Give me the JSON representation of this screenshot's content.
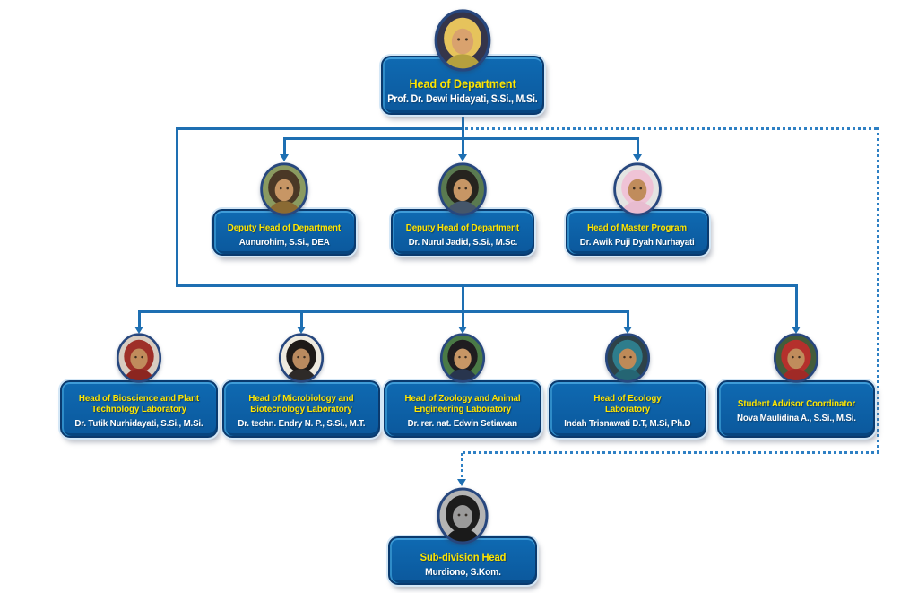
{
  "colors": {
    "background": "#ffffff",
    "box_fill": "#0d63ac",
    "box_border": "#0a3a6e",
    "box_bevel_light": "#3f9cd8",
    "box_outer_glow": "#d4e7f6",
    "role_text": "#ffe600",
    "name_text": "#ffffff",
    "connector_solid": "#1e6fb2",
    "connector_dotted": "#2e80c4",
    "photo_ring": "#27477e"
  },
  "nodes": [
    {
      "id": "head",
      "title": "Head of Department",
      "name": "Prof. Dr. Dewi Hidayati, S.Si., M.Si.",
      "reports_to": null,
      "link": "solid",
      "avatar": {
        "bg": "#35354a",
        "hood": "#e6c35c",
        "skin": "#d9a26e",
        "torso": "#b5a03e"
      }
    },
    {
      "id": "deputy-1",
      "title": "Deputy Head of Department",
      "name": "Aunurohim, S.Si., DEA",
      "reports_to": "head",
      "link": "solid",
      "avatar": {
        "bg": "#8a9a60",
        "hood": "#4a3826",
        "skin": "#c79665",
        "torso": "#8a6a33"
      }
    },
    {
      "id": "deputy-2",
      "title": "Deputy Head of Department",
      "name": "Dr. Nurul Jadid, S.Si., M.Sc.",
      "reports_to": "head",
      "link": "solid",
      "avatar": {
        "bg": "#5a7a50",
        "hood": "#26241f",
        "skin": "#c79665",
        "torso": "#45566a"
      }
    },
    {
      "id": "master-program",
      "title": "Head of Master Program",
      "name": "Dr. Awik Puji Dyah Nurhayati",
      "reports_to": "head",
      "link": "solid",
      "avatar": {
        "bg": "#e4e4e2",
        "hood": "#efc3d6",
        "skin": "#c08c5c",
        "torso": "#e8bcd0"
      }
    },
    {
      "id": "bioscience-lab",
      "title": "Head of Bioscience and Plant Technology Laboratory",
      "name": "Dr. Tutik Nurhidayati, S.Si., M.Si.",
      "reports_to": "head",
      "link": "solid",
      "avatar": {
        "bg": "#d8ccc0",
        "hood": "#9e2f28",
        "skin": "#c08c5c",
        "torso": "#8c2620"
      }
    },
    {
      "id": "microbiology-lab",
      "title": "Head of Microbiology and Biotecnology Laboratory",
      "name": "Dr. techn. Endry N. P., S.Si., M.T.",
      "reports_to": "head",
      "link": "solid",
      "avatar": {
        "bg": "#eeeadf",
        "hood": "#1e1a18",
        "skin": "#b98a5f",
        "torso": "#2e2a28"
      }
    },
    {
      "id": "zoology-lab",
      "title": "Head of Zoology and Animal Engineering Laboratory",
      "name": "Dr. rer. nat. Edwin Setiawan",
      "reports_to": "head",
      "link": "solid",
      "avatar": {
        "bg": "#4a7a46",
        "hood": "#1f1d20",
        "skin": "#c79665",
        "torso": "#28354e"
      }
    },
    {
      "id": "ecology-lab",
      "title": "Head of Ecology Laboratory",
      "name": "Indah Trisnawati D.T, M.Si, Ph.D",
      "reports_to": "head",
      "link": "solid",
      "avatar": {
        "bg": "#2e4248",
        "hood": "#2e7d8c",
        "skin": "#bd8a58",
        "torso": "#256573"
      }
    },
    {
      "id": "student-advisor",
      "title": "Student Advisor Coordinator",
      "name": "Nova Maulidina A., S.Si., M.Si.",
      "reports_to": "head",
      "link": "solid",
      "avatar": {
        "bg": "#435c3a",
        "hood": "#b5302c",
        "skin": "#c08c5c",
        "torso": "#a02a26"
      }
    },
    {
      "id": "subdivision-head",
      "title": "Sub-division Head",
      "name": "Murdiono, S.Kom.",
      "reports_to": "head",
      "link": "dotted",
      "avatar": {
        "bg": "#b4b4b4",
        "hood": "#1c1c1c",
        "skin": "#9a9a9a",
        "torso": "#1a1a1a"
      }
    }
  ]
}
